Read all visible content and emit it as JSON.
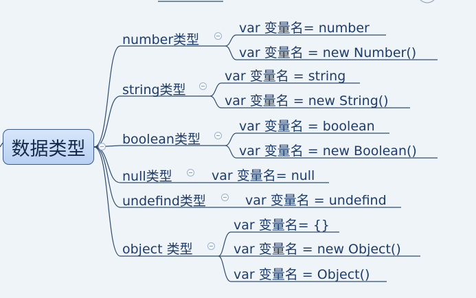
{
  "root": {
    "label": "数据类型"
  },
  "branches": [
    {
      "label": "number类型",
      "children": [
        "var 变量名= number",
        "var 变量名 = new Number()"
      ]
    },
    {
      "label": "string类型",
      "children": [
        "var 变量名 = string",
        "var 变量名 = new String()"
      ]
    },
    {
      "label": "boolean类型",
      "children": [
        "var 变量名 = boolean",
        "var 变量名 = new Boolean()"
      ]
    },
    {
      "label": "null类型",
      "children": [
        "var 变量名= null"
      ]
    },
    {
      "label": "undefind类型",
      "children": [
        "var 变量名 = undefind"
      ]
    },
    {
      "label": "object 类型",
      "children": [
        "var 变量名= {}",
        "var 变量名 = new Object()",
        "var 变量名 = Object()"
      ]
    }
  ],
  "colors": {
    "line": "#2e4a6e",
    "text": "#1d3b6b",
    "root_fill": "#c9dcf7",
    "background": "#eef4f8"
  }
}
